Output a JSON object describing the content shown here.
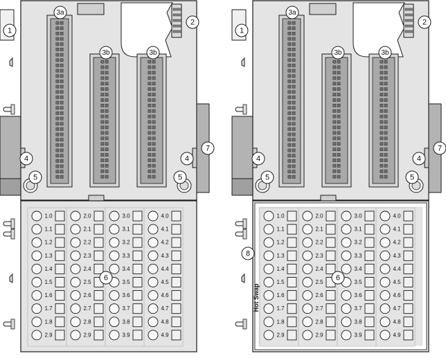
{
  "callouts": {
    "c1": "1",
    "c2": "2",
    "c3a": "3a",
    "c3b": "3b",
    "c4": "4",
    "c5": "5",
    "c6": "6",
    "c7": "7",
    "c8": "8"
  },
  "terminal_columns": [
    [
      "1.0",
      "1.1",
      "1.2",
      "1.3",
      "1.4",
      "1.5",
      "1.6",
      "1.7",
      "1.8",
      "2.9"
    ],
    [
      "2.0",
      "2.1",
      "2.2",
      "2.3",
      "2.4",
      "2.5",
      "2.6",
      "2.7",
      "2.8",
      "2.9"
    ],
    [
      "3.0",
      "3.1",
      "3.2",
      "3.3",
      "3.4",
      "3.5",
      "3.6",
      "3.7",
      "3.8",
      "3.9"
    ],
    [
      "4.0",
      "4.1",
      "4.2",
      "4.3",
      "4.4",
      "4.5",
      "4.6",
      "4.7",
      "4.8",
      "4.9"
    ]
  ],
  "hot_swap_label": "Hot Swap",
  "colors": {
    "housing": "#e4e4e4",
    "connector": "#a9a9a9",
    "outline": "#1a1a1a",
    "side_rail": "#b3b3b3"
  }
}
